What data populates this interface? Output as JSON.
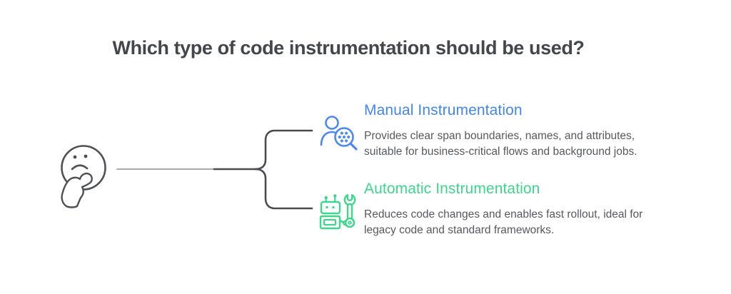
{
  "title": "Which type of code instrumentation should be used?",
  "thinker": {
    "icon": "thinking-face-icon"
  },
  "branches": [
    {
      "icon": "person-magnifier-icon",
      "heading": "Manual Instrumentation",
      "description": "Provides clear span boundaries, names, and attributes, suitable for business-critical flows and background jobs.",
      "accent": "#4285f4"
    },
    {
      "icon": "robot-wrench-icon",
      "heading": "Automatic Instrumentation",
      "description": "Reduces code changes and enables fast rollout, ideal for legacy code and standard frameworks.",
      "accent": "#3dd68c"
    }
  ],
  "colors": {
    "background": "#ffffff",
    "title_text": "#43464a",
    "body_text": "#56595d",
    "connector_dark": "#4b4c50",
    "connector_light": "#9e9e9e",
    "face_outline": "#4e5156",
    "manual_accent": "#4285f4",
    "automatic_accent": "#3dd68c"
  }
}
